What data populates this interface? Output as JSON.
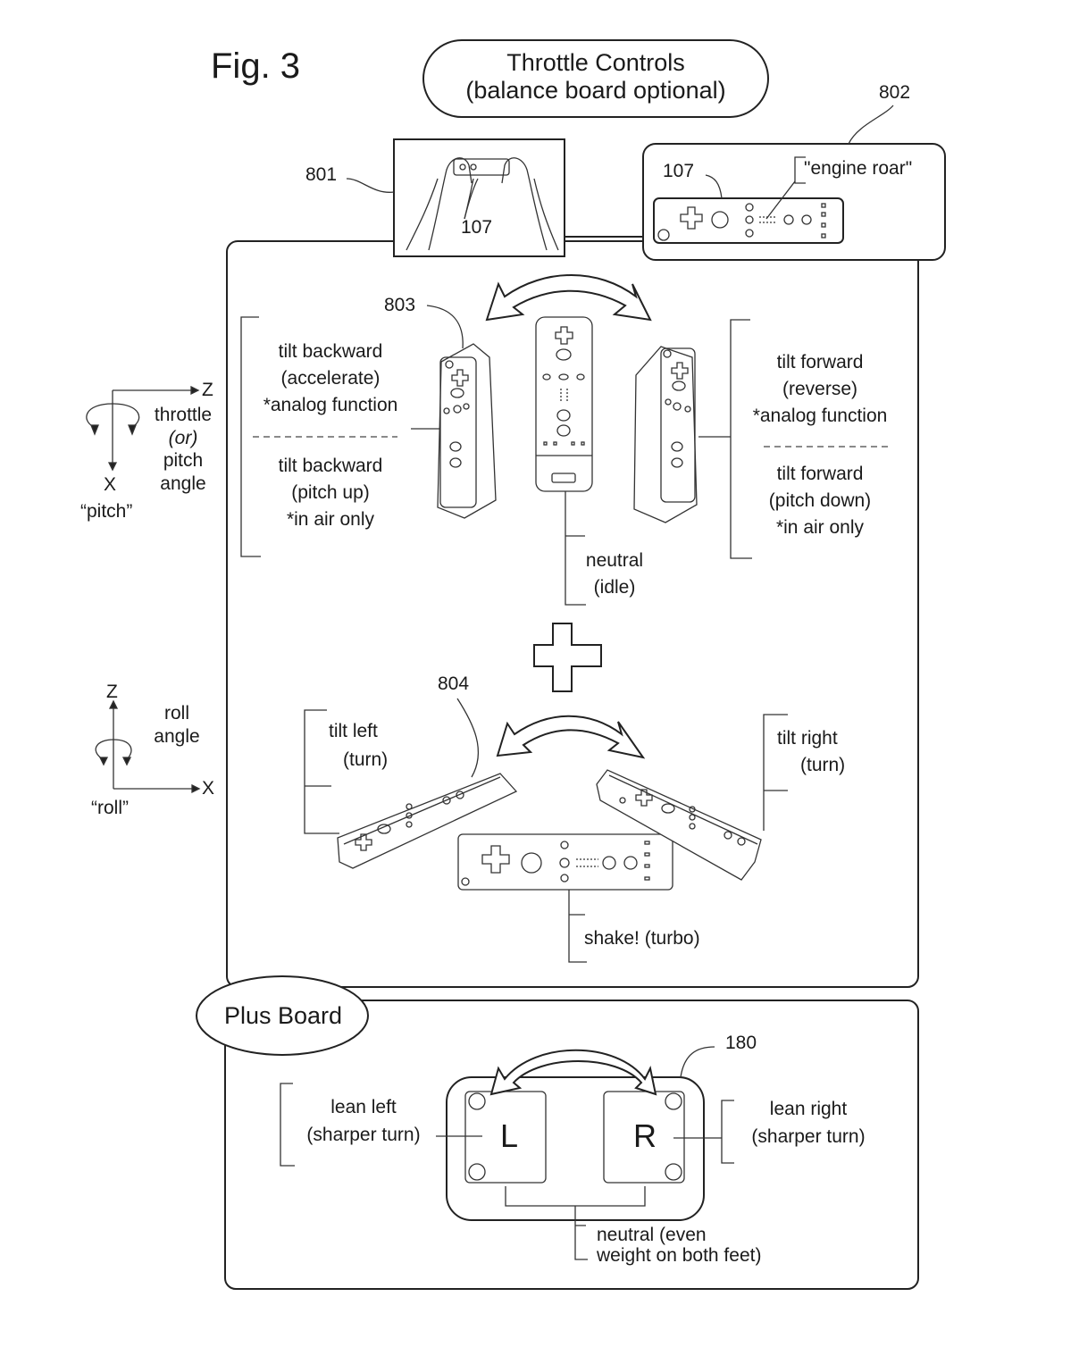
{
  "figure": {
    "number_label": "Fig. 3",
    "title_line1": "Throttle Controls",
    "title_line2": "(balance board optional)"
  },
  "refs": {
    "r801": "801",
    "r802": "802",
    "r107_hands": "107",
    "r107_remote": "107",
    "r803": "803",
    "r804": "804",
    "r180": "180"
  },
  "sound": {
    "label": "\"engine roar\""
  },
  "pitch_axis": {
    "z": "Z",
    "x": "X",
    "caption": "“pitch”",
    "desc": [
      "throttle",
      "(or)",
      "pitch",
      "angle"
    ]
  },
  "roll_axis": {
    "z": "Z",
    "x": "X",
    "caption": "“roll”",
    "desc": [
      "roll",
      "angle"
    ]
  },
  "pitch_section": {
    "back_upper": [
      "tilt backward",
      "(accelerate)",
      "*analog function"
    ],
    "back_lower": [
      "tilt backward",
      "(pitch up)",
      "*in air only"
    ],
    "fwd_upper": [
      "tilt forward",
      "(reverse)",
      "*analog function"
    ],
    "fwd_lower": [
      "tilt forward",
      "(pitch down)",
      "*in air only"
    ],
    "neutral": [
      "neutral",
      "(idle)"
    ]
  },
  "roll_section": {
    "left": [
      "tilt left",
      "(turn)"
    ],
    "right": [
      "tilt right",
      "(turn)"
    ],
    "shake": "shake! (turbo)"
  },
  "board": {
    "title": "Plus Board",
    "pad_left": "L",
    "pad_right": "R",
    "lean_left": [
      "lean left",
      "(sharper turn)"
    ],
    "lean_right": [
      "lean right",
      "(sharper turn)"
    ],
    "neutral": [
      "neutral (even",
      "weight on both feet)"
    ]
  },
  "icons": {
    "plus": "plus-icon",
    "curved_arrow": "double-curved-arrow-icon",
    "rotation": "rotation-arrow-icon"
  }
}
